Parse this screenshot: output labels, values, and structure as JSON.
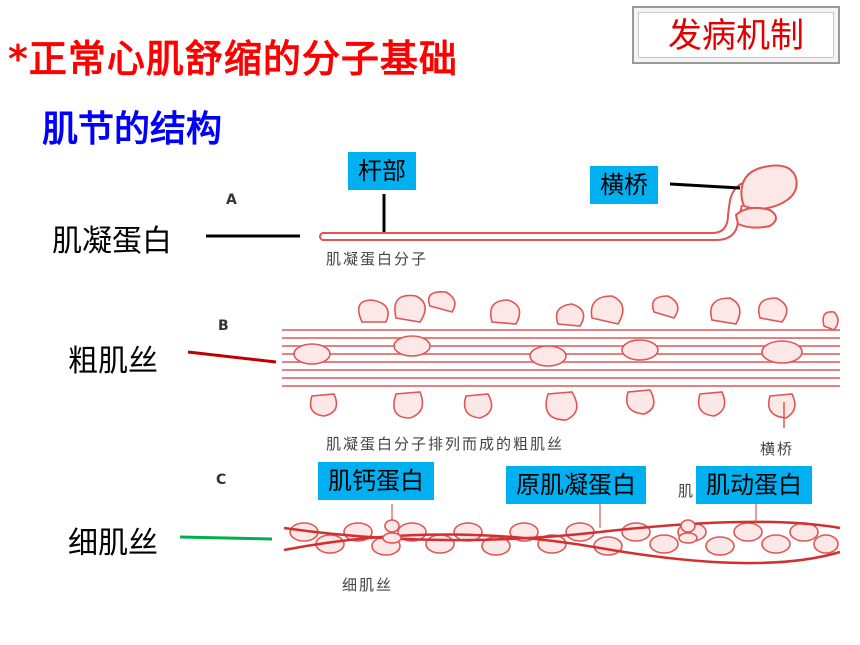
{
  "header": {
    "title": "*正常心肌舒缩的分子基础",
    "subtitle": "肌节的结构",
    "badge": "发病机制"
  },
  "panels": {
    "a": {
      "letter": "A",
      "caption": "肌凝蛋白分子"
    },
    "b": {
      "letter": "B",
      "caption": "肌凝蛋白分子排列而成的粗肌丝",
      "crossbridge_caption": "横桥"
    },
    "c": {
      "letter": "C",
      "caption": "细肌丝",
      "partial_caption": "肌"
    }
  },
  "side_labels": {
    "myosin": "肌凝蛋白",
    "thick": "粗肌丝",
    "thin": "细肌丝"
  },
  "tags": {
    "rod": "杆部",
    "crossbridge": "横桥",
    "troponin": "肌钙蛋白",
    "tropomyosin": "原肌凝蛋白",
    "actin": "肌动蛋白"
  },
  "colors": {
    "title": "#ff0000",
    "subtitle": "#0000ff",
    "tag_bg": "#00b0f0",
    "drawing": "#e05555",
    "thick_pointer": "#c00000",
    "thin_pointer": "#00b050"
  }
}
